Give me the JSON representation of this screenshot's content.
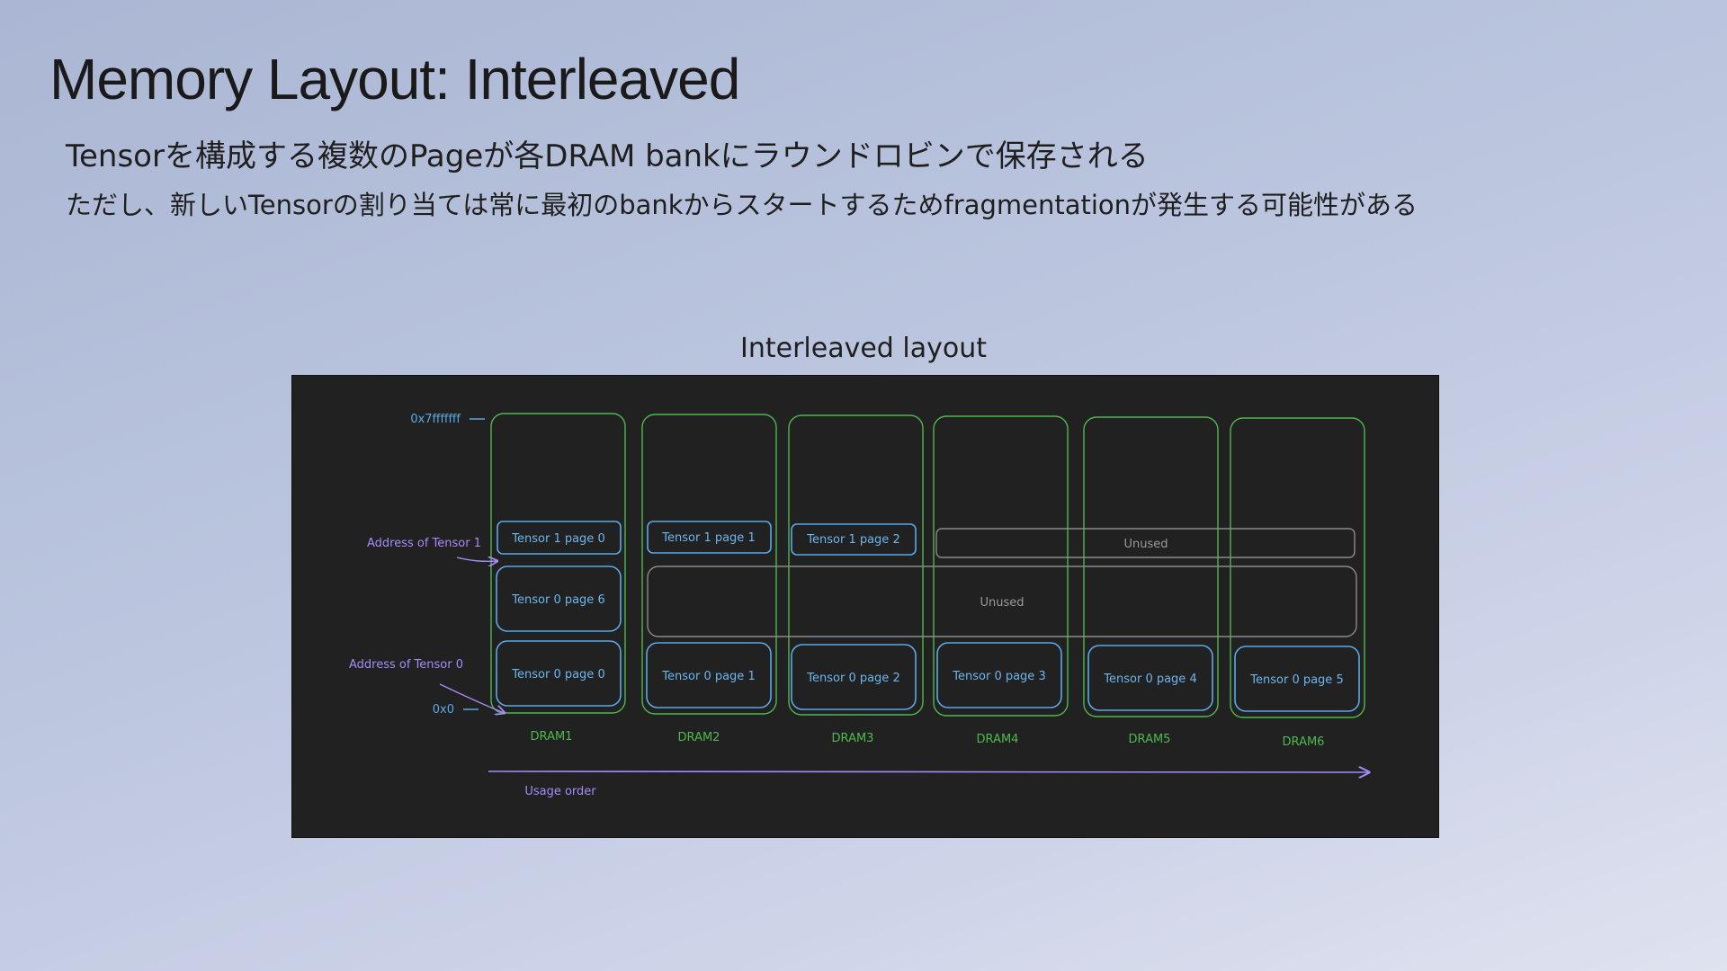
{
  "title": "Memory Layout: Interleaved",
  "subtitle_line1": "Tensorを構成する複数のPageが各DRAM bankにラウンドロビンで保存される",
  "subtitle_line2": "ただし、新しいTensorの割り当ては常に最初のbankからスタートするためfragmentationが発生する可能性がある",
  "diagram": {
    "caption": "Interleaved layout",
    "top_address": "0x7fffffff",
    "bottom_address": "0x0",
    "address_tensor1_label": "Address of Tensor 1",
    "address_tensor0_label": "Address of Tensor 0",
    "usage_order_label": "Usage order",
    "banks": [
      "DRAM1",
      "DRAM2",
      "DRAM3",
      "DRAM4",
      "DRAM5",
      "DRAM6"
    ],
    "tensor1_pages": [
      "Tensor 1 page 0",
      "Tensor 1 page 1",
      "Tensor 1 page 2"
    ],
    "tensor0_bottom_pages": [
      "Tensor 0 page 0",
      "Tensor 0 page 1",
      "Tensor 0 page 2",
      "Tensor 0 page 3",
      "Tensor 0 page 4",
      "Tensor 0 page 5"
    ],
    "tensor0_page6": "Tensor 0 page 6",
    "unused_top": "Unused",
    "unused_middle": "Unused",
    "colors": {
      "bank_border": "#4fb84f",
      "page_border": "#5aa9e6",
      "unused_border": "#8a8a8a",
      "annotation": "#a78bfa",
      "address_label": "#5aa9e6"
    }
  }
}
